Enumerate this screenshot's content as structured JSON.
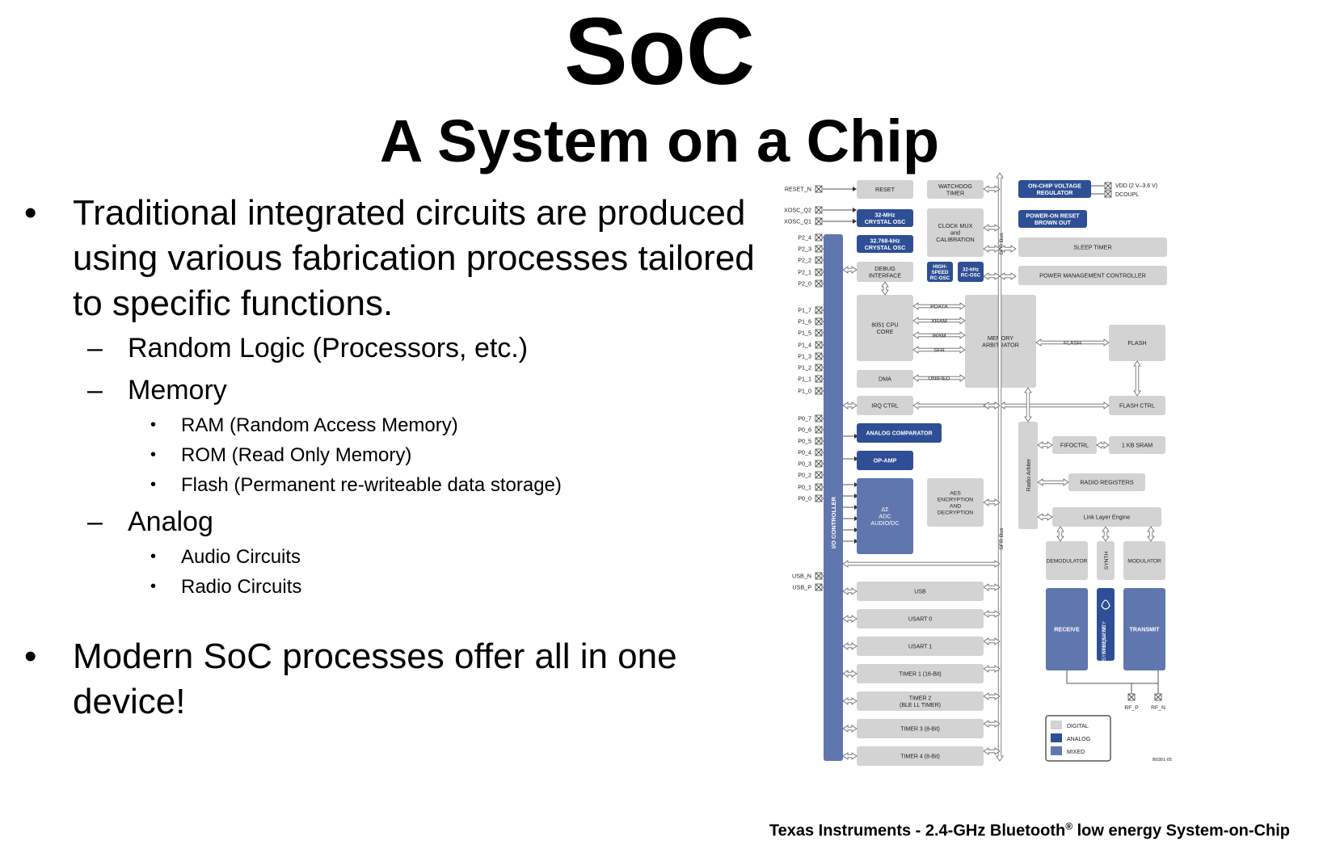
{
  "title": "SoC",
  "subtitle": "A System on a Chip",
  "bullets": [
    {
      "text": "Traditional integrated circuits are produced using various fabrication processes tailored to specific functions."
    },
    {
      "text": "Modern SoC processes offer all in one device!"
    }
  ],
  "sub_items": {
    "random_logic": "Random Logic (Processors, etc.)",
    "memory": "Memory",
    "ram": "RAM  (Random Access Memory)",
    "rom": "ROM  (Read Only Memory)",
    "flash": "Flash  (Permanent re-writeable data storage)",
    "analog": "Analog",
    "audio": "Audio Circuits",
    "radio": "Radio Circuits"
  },
  "dash": "–",
  "credit": {
    "prefix": "Texas Instruments - 2.4-GHz  Bluetooth",
    "reg": "®",
    "suffix": " low energy System-on-Chip"
  },
  "colors": {
    "digital": "#d3d3d3",
    "analog": "#2e4f95",
    "mixed": "#6076ae",
    "line": "#555555"
  },
  "diagram": {
    "pins_left": [
      "RESET_N",
      "XOSC_Q2",
      "XOSC_Q1",
      "P2_4",
      "P2_3",
      "P2_2",
      "P2_1",
      "P2_0",
      "P1_7",
      "P1_6",
      "P1_5",
      "P1_4",
      "P1_3",
      "P1_2",
      "P1_1",
      "P1_0",
      "P0_7",
      "P0_6",
      "P0_5",
      "P0_4",
      "P0_3",
      "P0_2",
      "P0_1",
      "P0_0",
      "USB_N",
      "USB_P"
    ],
    "pins_right": [
      "VDD (2 V–3.6 V)",
      "DCOUPL"
    ],
    "pins_rf": [
      "RF_P",
      "RF_N"
    ],
    "blocks": {
      "reset": "RESET",
      "watchdog": [
        "WATCHDOG",
        "TIMER"
      ],
      "osc32m": [
        "32-MHz",
        "CRYSTAL OSC"
      ],
      "osc32k": [
        "32.768-kHz",
        "CRYSTAL OSC"
      ],
      "clockmux": [
        "CLOCK MUX",
        "and",
        "CALIBRATION"
      ],
      "hs_rcosc": [
        "HIGH-",
        "SPEED",
        "RC-OSC"
      ],
      "k32_rcosc": [
        "32-kHz",
        "RC-OSC"
      ],
      "vreg": [
        "ON-CHIP VOLTAGE",
        "REGULATOR"
      ],
      "por": [
        "POWER-ON RESET",
        "BROWN OUT"
      ],
      "sleep": "SLEEP TIMER",
      "pmc": "POWER MANAGEMENT CONTROLLER",
      "debug": [
        "DEBUG",
        "INTERFACE"
      ],
      "cpu": [
        "8051 CPU",
        "CORE"
      ],
      "dma": "DMA",
      "mem_arb": [
        "MEMORY",
        "ARBITRATOR"
      ],
      "flash": "FLASH",
      "flash_ctrl": "FLASH CTRL",
      "irq": "IRQ CTRL",
      "comparator": "ANALOG COMPARATOR",
      "opamp": "OP-AMP",
      "adc_symbol": "ΔΣ",
      "adc": [
        "ADC",
        "AUDIO/DC"
      ],
      "aes": [
        "AES",
        "ENCRYPTION",
        "AND",
        "DECRYPTION"
      ],
      "io": "I/O CONTROLLER",
      "sfr_bus": "SFR Bus",
      "radio_arbiter": "Radio Arbiter",
      "fifoctrl": "FIFOCTRL",
      "sram": "1 KB SRAM",
      "radio_regs": "RADIO REGISTERS",
      "link_layer": "Link Layer Engine",
      "demod": "DEMODULATOR",
      "synth": "SYNTH",
      "mod": "MODULATOR",
      "receive": "RECEIVE",
      "freq_synth": [
        "FREQUENCY",
        "SYNTHESIZER"
      ],
      "transmit": "TRANSMIT",
      "usb": "USB",
      "usart0": "USART 0",
      "usart1": "USART 1",
      "timer1": "TIMER 1 (16-Bit)",
      "timer2": [
        "TIMER 2",
        "(BLE LL TIMER)"
      ],
      "timer3": "TIMER 3 (8-Bit)",
      "timer4": "TIMER 4 (8-Bit)"
    },
    "buses": [
      "PDATA",
      "XRAM",
      "IRAM",
      "SFR",
      "UNIFIED",
      "FLASH"
    ],
    "legend": [
      "DIGITAL",
      "ANALOG",
      "MIXED"
    ],
    "figure_id": "B0301-05"
  }
}
